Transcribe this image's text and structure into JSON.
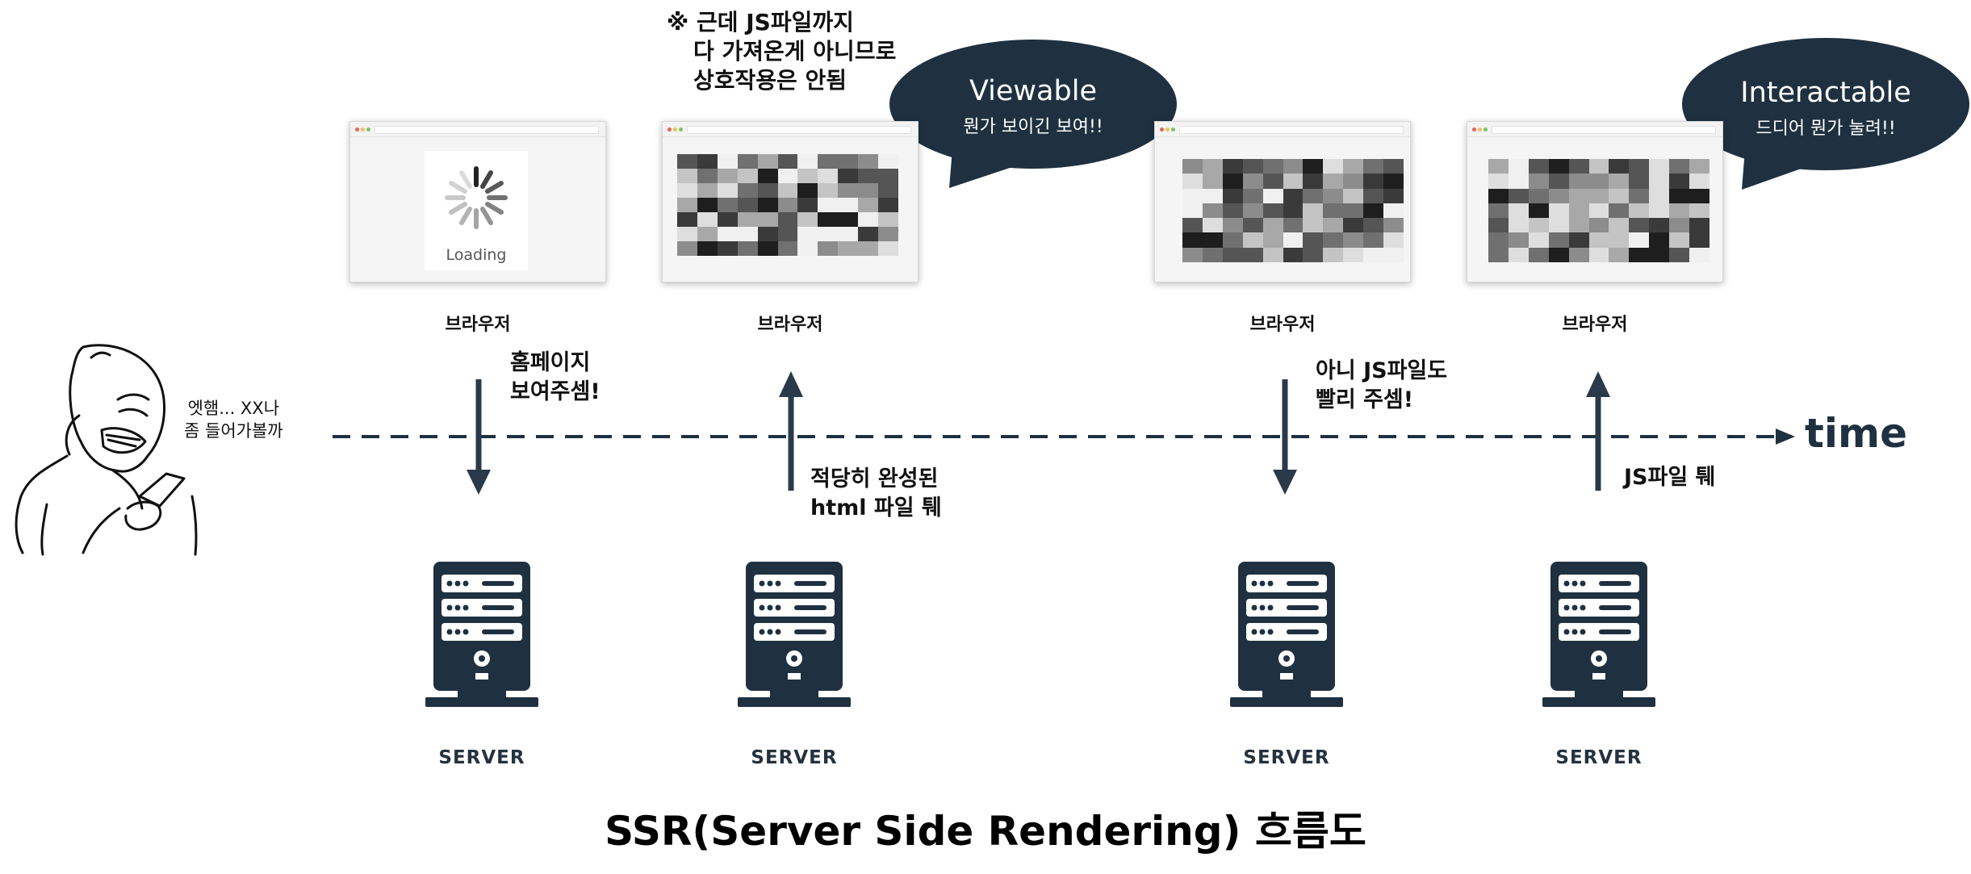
{
  "note": {
    "line1": "※ 근데 JS파일까지",
    "line2": "다 가져온게 아니므로",
    "line3": "상호작용은 안됨"
  },
  "bubbles": {
    "viewable": {
      "title": "Viewable",
      "subtitle": "뭔가 보이긴 보여!!"
    },
    "interactable": {
      "title": "Interactable",
      "subtitle": "드디어 뭔가 눌려!!"
    }
  },
  "browsers": {
    "b1": {
      "label": "브라우저",
      "loading_text": "Loading"
    },
    "b2": {
      "label": "브라우저"
    },
    "b3": {
      "label": "브라우저"
    },
    "b4": {
      "label": "브라우저"
    }
  },
  "user_thought": "엣햄... XX나\n좀 들어가볼까",
  "messages": {
    "req_page": "홈페이지\n보여주셈!",
    "resp_html": "적당히 완성된\nhtml 파일 퉤",
    "req_js": "아니 JS파일도\n빨리 주셈!",
    "resp_js": "JS파일 퉤"
  },
  "timeline": {
    "label": "time"
  },
  "servers": {
    "s1": {
      "label": "SERVER"
    },
    "s2": {
      "label": "SERVER"
    },
    "s3": {
      "label": "SERVER"
    },
    "s4": {
      "label": "SERVER"
    }
  },
  "title": "SSR(Server Side Rendering) 흐름도",
  "colors": {
    "navy": "#1f3140",
    "arrow": "#2a3a4a"
  }
}
